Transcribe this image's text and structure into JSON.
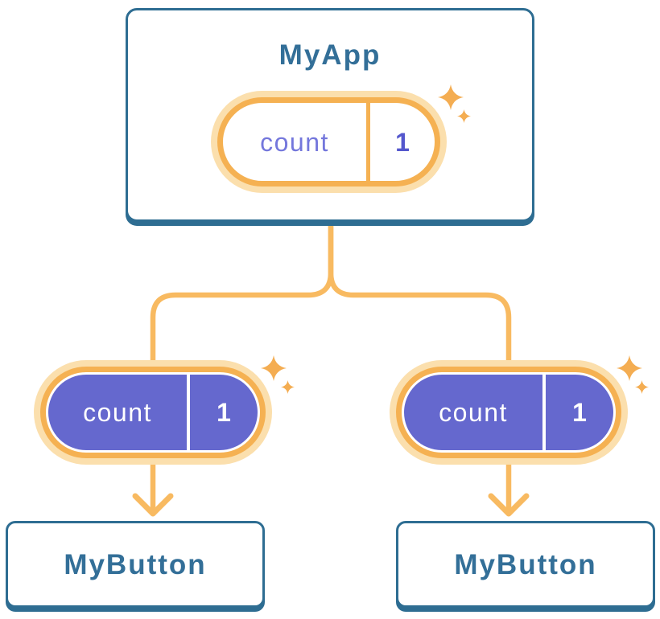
{
  "tree": {
    "root": {
      "label": "MyApp",
      "state": {
        "name": "count",
        "value": "1"
      }
    },
    "children": [
      {
        "label": "MyButton",
        "state": {
          "name": "count",
          "value": "1"
        }
      },
      {
        "label": "MyButton",
        "state": {
          "name": "count",
          "value": "1"
        }
      }
    ]
  },
  "icons": {
    "sparkle": "sparkle-icon",
    "arrow": "arrow-down"
  },
  "colors": {
    "card_border_blue": "#2E6D92",
    "card_text_blue": "#336F98",
    "connector_orange": "#F8BA61",
    "pill_border_orange": "#F5B152",
    "pill_glow_orange": "#FBDFAD",
    "pill_fill_purple": "#6568CE",
    "state_name_purple": "#7477DC",
    "state_value_purple": "#5457CD",
    "sparkle_orange": "#F4AD52",
    "background": "#FFFFFF"
  }
}
